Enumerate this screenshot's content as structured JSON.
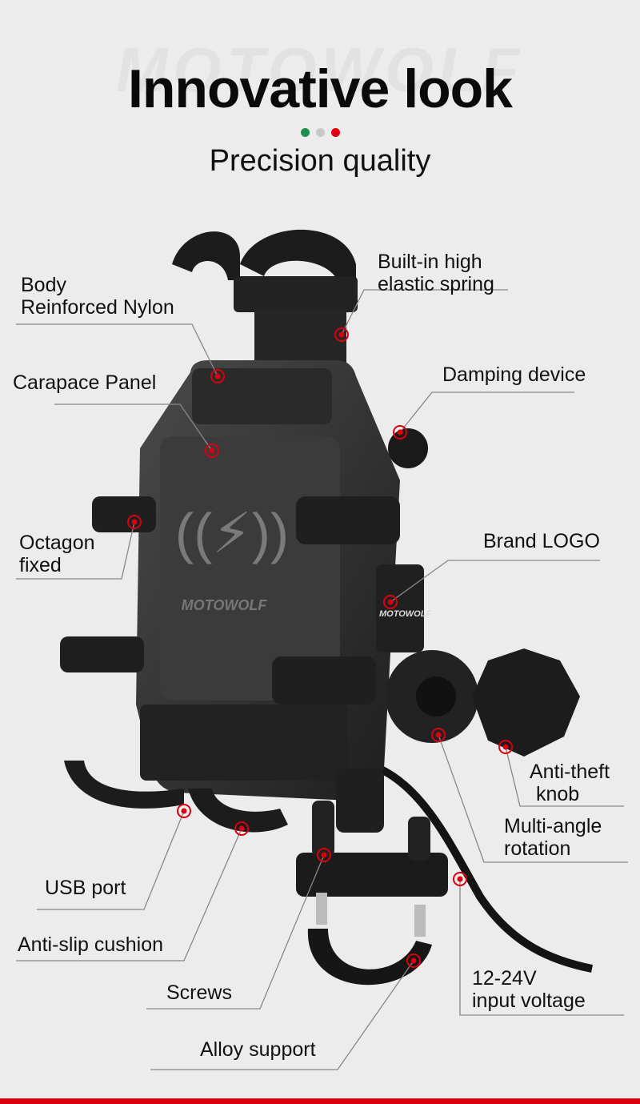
{
  "watermark": "MOTOWOLF",
  "header": {
    "title": "Innovative look",
    "subtitle": "Precision quality",
    "dot_colors": [
      "#1e8f4e",
      "#c8c8c8",
      "#e0000f"
    ]
  },
  "product": {
    "logo_text": "MOTOWOLF",
    "panel_logo": "MOTOWOLF"
  },
  "callouts": [
    {
      "lines": [
        "Body",
        "Reinforced Nylon"
      ]
    },
    {
      "lines": [
        "Carapace Panel"
      ]
    },
    {
      "lines": [
        "Built-in high",
        "elastic spring"
      ]
    },
    {
      "lines": [
        "Damping device"
      ]
    },
    {
      "lines": [
        "Octagon",
        "fixed"
      ]
    },
    {
      "lines": [
        "Brand LOGO"
      ]
    },
    {
      "lines": [
        "Anti-theft",
        "knob"
      ]
    },
    {
      "lines": [
        "Multi-angle",
        "rotation"
      ]
    },
    {
      "lines": [
        "USB port"
      ]
    },
    {
      "lines": [
        "Anti-slip cushion"
      ]
    },
    {
      "lines": [
        "Screws"
      ]
    },
    {
      "lines": [
        "12-24V",
        "input voltage"
      ]
    },
    {
      "lines": [
        "Alloy support"
      ]
    }
  ],
  "accent_color": "#d9000f"
}
